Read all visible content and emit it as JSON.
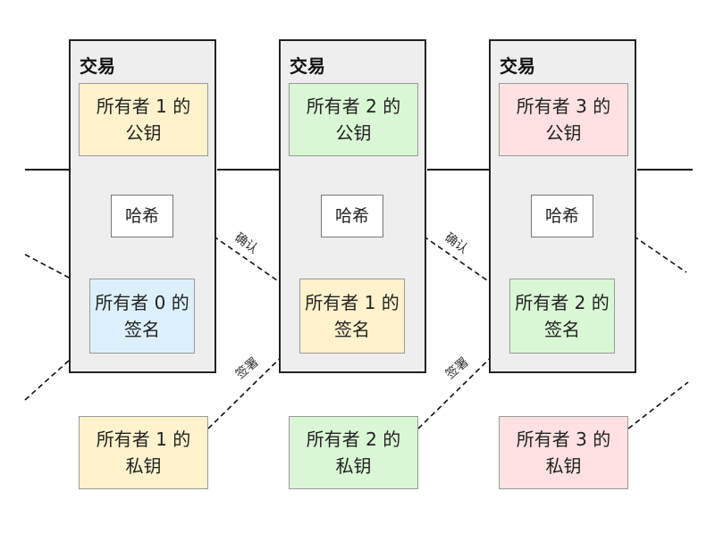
{
  "transactions": [
    {
      "title": "交易",
      "pubkey": {
        "line1": "所有者 1 的",
        "line2": "公钥",
        "color": "#fff2cc"
      },
      "hash": "哈希",
      "signature": {
        "line1": "所有者 0 的",
        "line2": "签名",
        "color": "#dcf0fb"
      }
    },
    {
      "title": "交易",
      "pubkey": {
        "line1": "所有者 2 的",
        "line2": "公钥",
        "color": "#d9f7d4"
      },
      "hash": "哈希",
      "signature": {
        "line1": "所有者 1 的",
        "line2": "签名",
        "color": "#fff2cc"
      }
    },
    {
      "title": "交易",
      "pubkey": {
        "line1": "所有者 3 的",
        "line2": "公钥",
        "color": "#ffe1e1"
      },
      "hash": "哈希",
      "signature": {
        "line1": "所有者 2 的",
        "line2": "签名",
        "color": "#d9f7d4"
      }
    }
  ],
  "private_keys": [
    {
      "line1": "所有者 1 的",
      "line2": "私钥",
      "color": "#fff2cc"
    },
    {
      "line1": "所有者 2 的",
      "line2": "私钥",
      "color": "#d9f7d4"
    },
    {
      "line1": "所有者 3 的",
      "line2": "私钥",
      "color": "#ffe1e1"
    }
  ],
  "labels": {
    "verify": "确认",
    "sign": "签署"
  }
}
